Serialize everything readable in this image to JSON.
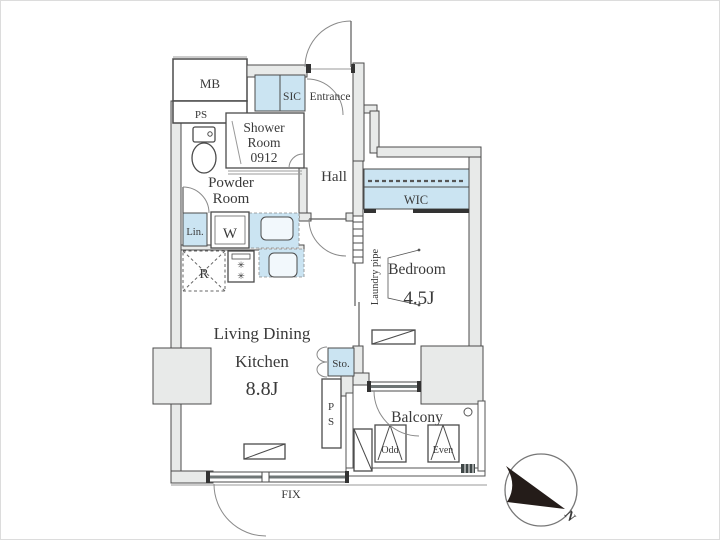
{
  "plan": {
    "rooms": {
      "mb": "MB",
      "ps_top": "PS",
      "sic": "SIC",
      "entrance": "Entrance",
      "shower_line1": "Shower",
      "shower_line2": "Room",
      "shower_line3": "0912",
      "powder_line1": "Powder",
      "powder_line2": "Room",
      "hall": "Hall",
      "wic": "WIC",
      "bedroom": "Bedroom",
      "bedroom_size": "4.5J",
      "laundry_pipe": "Laundry pipe",
      "linen": "Lin.",
      "washer": "W",
      "fridge": "R",
      "ldk_line1": "Living Dining",
      "ldk_line2": "Kitchen",
      "ldk_size": "8.8J",
      "storage": "Sto.",
      "ps_bottom_p": "P",
      "ps_bottom_s": "S",
      "balcony": "Balcony",
      "ac_slot_odd": "Odd",
      "ac_slot_even": "Even",
      "fix_window": "FIX",
      "compass_north": "N"
    },
    "icons": {
      "burner": "✳"
    },
    "colors": {
      "fixture_blue": "#cbe4f2",
      "wall_gray": "#e8eae9",
      "wall_stroke": "#4b4b4b",
      "arc_gray": "#8a8a8a",
      "text": "#3a3a3a"
    }
  }
}
